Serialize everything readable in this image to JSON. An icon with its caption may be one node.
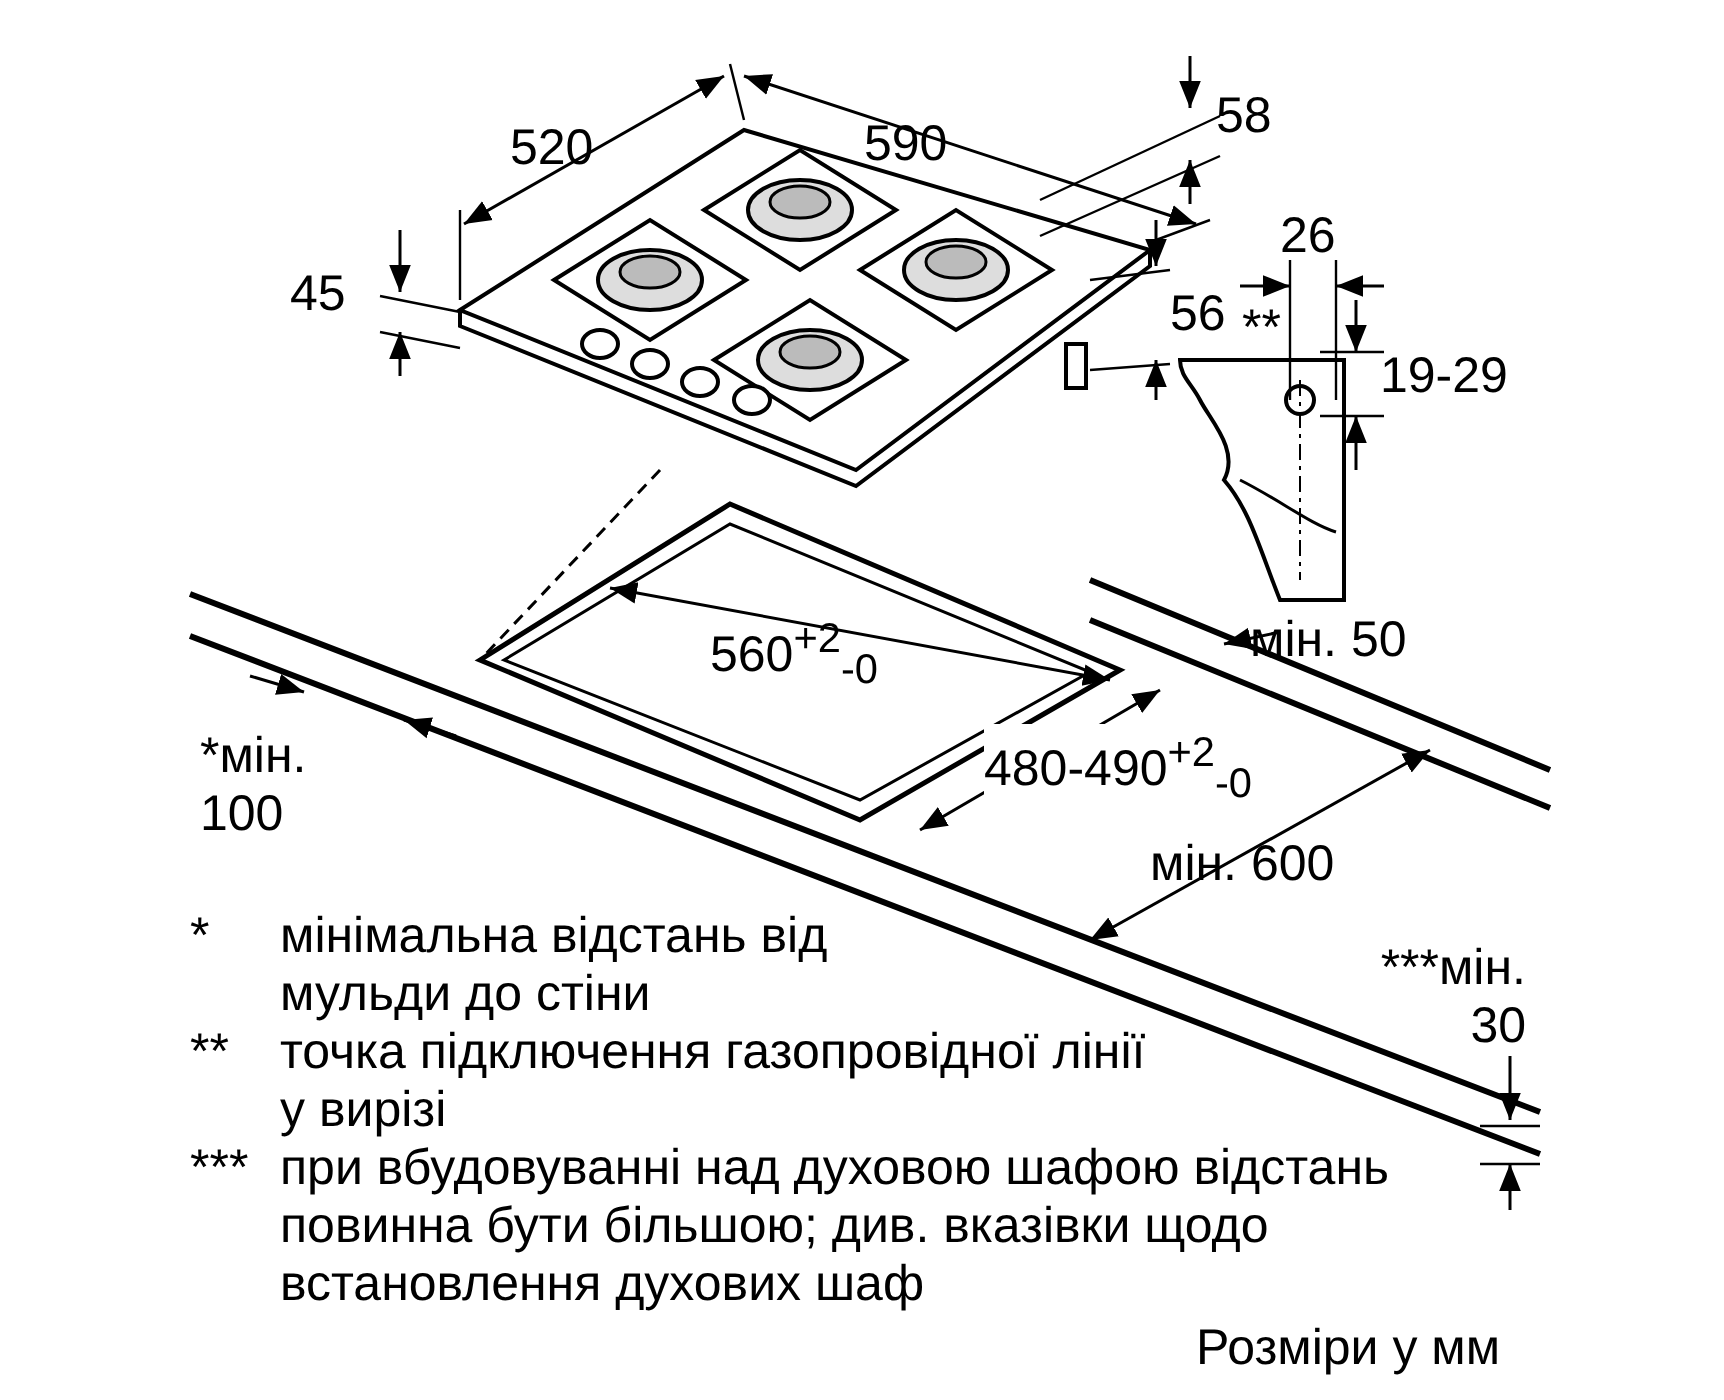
{
  "diagram": {
    "labels": [
      "520",
      "590",
      "58",
      "45",
      "26",
      "**",
      "56",
      "19-29",
      "560$^{+2}$$_{-0}$",
      "мін. 50",
      "*мін. 100",
      "480-490$^{+2}$$_{-0}$",
      "мін. 600",
      "***мін. 30",
      "*",
      "мінімальна відстань від мульди до стіни",
      "**",
      "точка підключення газопровідної лінії у вирізі",
      "***",
      "при вбудовуванні над духовою шафою відстань повинна бути більшою; див. вказівки щодо встановлення духових шаф",
      "Розміри у мм"
    ]
  }
}
